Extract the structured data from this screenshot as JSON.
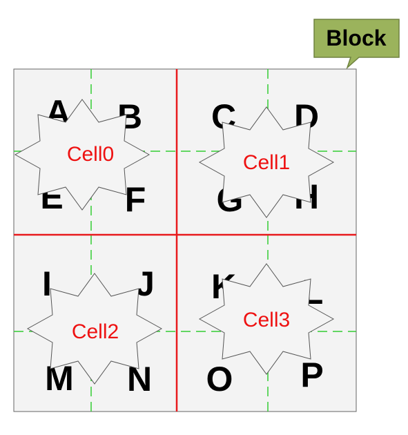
{
  "block": {
    "label": "Block"
  },
  "cells": [
    {
      "label": "Cell0",
      "letters": [
        "A",
        "B",
        "E",
        "F"
      ]
    },
    {
      "label": "Cell1",
      "letters": [
        "C",
        "D",
        "G",
        "H"
      ]
    },
    {
      "label": "Cell2",
      "letters": [
        "I",
        "J",
        "M",
        "N"
      ]
    },
    {
      "label": "Cell3",
      "letters": [
        "K",
        "L",
        "O",
        "P"
      ]
    }
  ],
  "colors": {
    "cell_border": "#e8191c",
    "cell_label": "#ee1111",
    "guide_dash": "#33cc33",
    "block_fill": "#9bb35c",
    "block_stroke": "#6f8240",
    "cell_fill": "#f3f3f3",
    "star_fill": "#f4f4f4"
  }
}
